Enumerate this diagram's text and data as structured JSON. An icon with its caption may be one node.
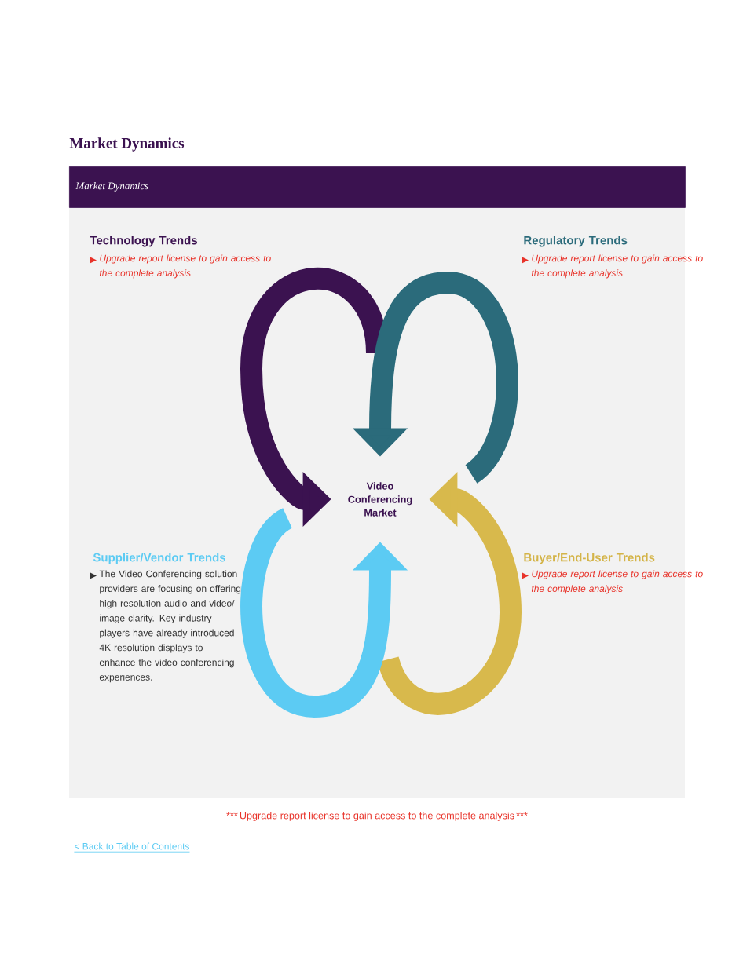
{
  "diagram": {
    "title": "Market Dynamics",
    "nodes": [
      {
        "text": [
          "Market Dynamics"
        ]
      },
      {
        "text": [
          "Video Conferencing Market"
        ]
      }
    ],
    "edges": [
      {
        "from": null,
        "to": 1,
        "arrow": "to",
        "color": "#3b1250"
      },
      {
        "from": null,
        "to": 1,
        "arrow": "to",
        "color": "#2b6b7b"
      },
      {
        "from": null,
        "to": 1,
        "arrow": "to",
        "color": "#d8b94c"
      },
      {
        "from": null,
        "to": 1,
        "arrow": "to",
        "color": "#5ccbf3"
      }
    ],
    "labels": [
      "Technology Trends",
      "Upgrade report license to gain access to the complete analysis",
      "Regulatory Trends",
      "Upgrade report license to gain access to the complete analysis",
      "Supplier/Vendor Trends",
      "The Video Conferencing solution providers are focusing on offering high-resolution audio and video/ image clarity. Key industry players have already introduced 4K resolution displays to enhance the video conferencing experiences.",
      "Buyer/End-User Trends",
      "Upgrade report license to gain access to the complete analysis",
      "***",
      "Upgrade report license to gain access to the complete analysis",
      "***",
      "< Back to Table of Contents"
    ]
  }
}
